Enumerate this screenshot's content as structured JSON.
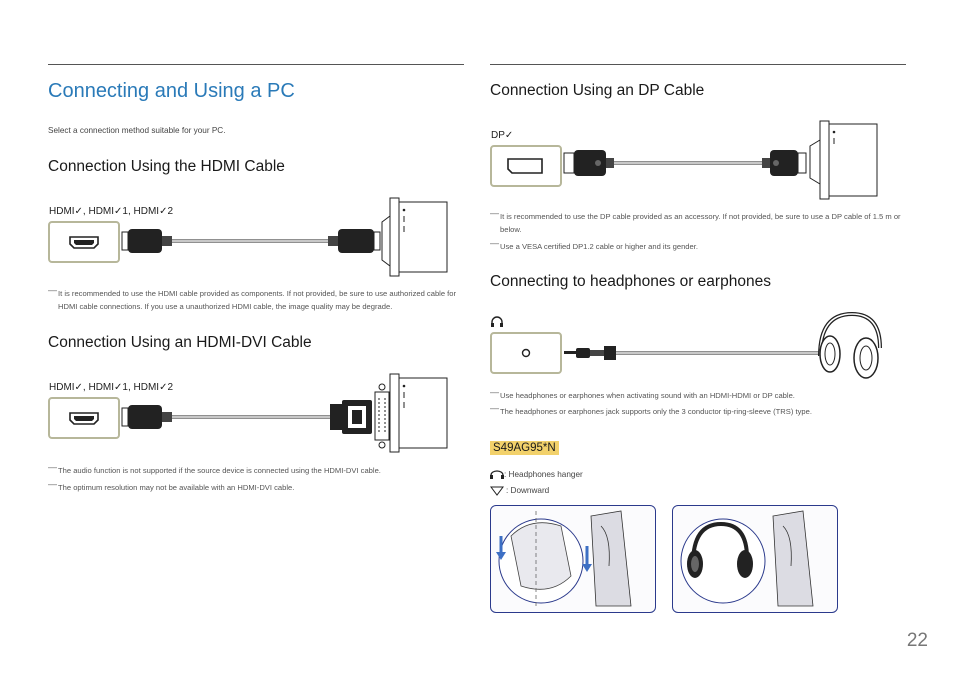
{
  "page": {
    "title": "Connecting and Using a PC",
    "intro": "Select a connection method suitable for your PC.",
    "page_number": "22"
  },
  "hdmi": {
    "heading": "Connection Using the HDMI Cable",
    "ports": "HDMI✓, HDMI✓1, HDMI✓2",
    "notes": [
      "It is recommended to use the HDMI cable provided as components. If not provided, be sure to use authorized cable for HDMI cable connections. If you use a unauthorized HDMI cable, the image quality may be degrade."
    ]
  },
  "hdmi_dvi": {
    "heading": "Connection Using an HDMI-DVI Cable",
    "ports": "HDMI✓, HDMI✓1, HDMI✓2",
    "notes": [
      "The audio function is not supported if the source device is connected using the HDMI-DVI cable.",
      "The optimum resolution may not be available with an HDMI-DVI cable."
    ]
  },
  "dp": {
    "heading": "Connection Using an DP Cable",
    "ports": "DP✓",
    "notes": [
      "It is recommended to use the DP cable provided as an accessory. If not provided, be sure to use a DP cable of 1.5 m or below.",
      "Use a VESA certified DP1.2 cable or higher and its gender."
    ]
  },
  "headphones": {
    "heading": "Connecting to headphones or earphones",
    "notes": [
      "Use headphones or earphones when activating sound with an HDMI-HDMI or DP cable.",
      "The headphones or earphones jack supports only the 3 conductor tip-ring-sleeve (TRS) type."
    ],
    "model_badge": "S49AG95*N",
    "legend": [
      {
        "icon": "headphones-hanger-icon",
        "label": ": Headphones hanger"
      },
      {
        "icon": "downward-triangle-icon",
        "label": ": Downward"
      }
    ]
  },
  "colors": {
    "title_blue": "#2a7ab8",
    "badge_yellow": "#f2d16b",
    "port_border": "#b7b79a",
    "photo_border": "#2b3a8c"
  }
}
